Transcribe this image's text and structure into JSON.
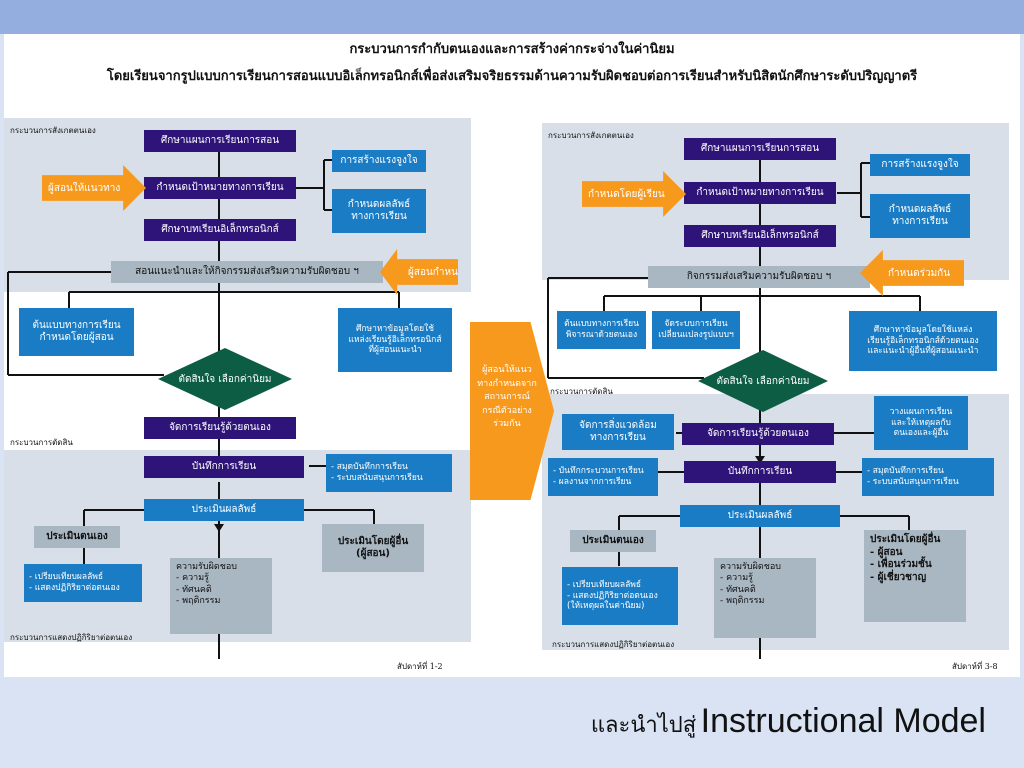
{
  "title_line1": "กระบวนการกำกับตนเองและการสร้างค่ากระจ่างในค่านิยม",
  "title_line2": "โดยเรียนจากรูปแบบการเรียนการสอนแบบอิเล็กทรอนิกส์เพื่อส่งเสริมจริยธรรมด้านความรับผิดชอบต่อการเรียนสำหรับนิสิตนักศึกษาระดับปริญญาตรี",
  "footer_th": "และนำไปสู่",
  "footer_en": "Instructional Model",
  "left": {
    "zone_observe": "กระบวนการสังเกตตนเอง",
    "zone_judge": "กระบวนการตัดสิน",
    "zone_react": "กระบวนการแสดงปฏิกิริยาต่อตนเอง",
    "b_plan": "ศึกษาแผนการเรียนการสอน",
    "b_goal": "กำหนดเป้าหมายทางการเรียน",
    "b_study": "ศึกษาบทเรียนอิเล็กทรอนิกส์",
    "b_motivate": "การสร้างแรงจูงใจ",
    "b_outcome": "กำหนดผลลัพธ์\nทางการเรียน",
    "b_advise": "สอนแนะนำและให้กิจกรรมส่งเสริมความรับผิดชอบ ฯ",
    "b_model": "ต้นแบบทางการเรียน\nกำหนดโดยผู้สอน",
    "b_search": "ศึกษาหาข้อมูลโดยใช้\nแหล่งเรียนรู้อิเล็กทรอนิกส์\nที่ผู้สอนแนะนำ",
    "b_decide": "ตัดสินใจ เลือกค่านิยม",
    "b_manage": "จัดการเรียนรู้ด้วยตนเอง",
    "b_record": "บันทึกการเรียน",
    "b_notes": "- สมุดบันทึกการเรียน\n- ระบบสนับสนุนการเรียน",
    "b_eval": "ประเมินผลลัพธ์",
    "b_self": "ประเมินตนเอง",
    "b_other": "ประเมินโดยผู้อื่น\n(ผู้สอน)",
    "b_compare": "- เปรียบเทียบผลลัพธ์\n- แสดงปฏิกิริยาต่อตนเอง",
    "b_resp": "ความรับผิดชอบ\n- ความรู้\n- ทัศนคติ\n- พฤติกรรม",
    "arrow_guide": "ผู้สอนให้แนวทาง",
    "arrow_set": "ผู้สอนกำหนด",
    "page": "สัปดาห์ที่ 1-2"
  },
  "middle_arrow": "ผู้สอนให้แนว\nทางกำหนดจาก\nสถานการณ์\nกรณีตัวอย่าง\nร่วมกัน",
  "right": {
    "zone_observe": "กระบวนการสังเกตตนเอง",
    "zone_judge": "กระบวนการตัดสิน",
    "zone_react": "กระบวนการแสดงปฏิกิริยาต่อตนเอง",
    "b_plan": "ศึกษาแผนการเรียนการสอน",
    "b_goal": "กำหนดเป้าหมายทางการเรียน",
    "b_study": "ศึกษาบทเรียนอิเล็กทรอนิกส์",
    "b_motivate": "การสร้างแรงจูงใจ",
    "b_outcome": "กำหนดผลลัพธ์\nทางการเรียน",
    "b_activity": "กิจกรรมส่งเสริมความรับผิดชอบ ฯ",
    "b_model": "ต้นแบบทางการเรียน\nพิจารณาด้วยตนเอง",
    "b_system": "จัดระบบการเรียน\nเปลี่ยนแปลงรูปแบบฯ",
    "b_search": "ศึกษาหาข้อมูลโดยใช้แหล่ง\nเรียนรู้อิเล็กทรอนิกส์ด้วยตนเอง\nและแนะนำผู้อื่นที่ผู้สอนแนะนำ",
    "b_decide": "ตัดสินใจ เลือกค่านิยม",
    "b_env": "จัดการสิ่งแวดล้อม\nทางการเรียน",
    "b_manage": "จัดการเรียนรู้ด้วยตนเอง",
    "b_replan": "วางแผนการเรียน\nและให้เหตุผลกับ\nตนเองและผู้อื่น",
    "b_process": "- บันทึกกระบวนการเรียน\n- ผลงานจากการเรียน",
    "b_record": "บันทึกการเรียน",
    "b_notes": "- สมุดบันทึกการเรียน\n- ระบบสนับสนุนการเรียน",
    "b_eval": "ประเมินผลลัพธ์",
    "b_self": "ประเมินตนเอง",
    "b_compare": "- เปรียบเทียบผลลัพธ์\n- แสดงปฏิกิริยาต่อตนเอง\n(ให้เหตุผลในค่านิยม)",
    "b_resp": "ความรับผิดชอบ\n- ความรู้\n- ทัศนคติ\n- พฤติกรรม",
    "b_other": "ประเมินโดยผู้อื่น\n- ผู้สอน\n- เพื่อนร่วมชั้น\n- ผู้เชี่ยวชาญ",
    "arrow_self": "กำหนดโดยผู้เรียน",
    "arrow_joint": "กำหนดร่วมกัน",
    "page": "สัปดาห์ที่ 3-8"
  },
  "colors": {
    "dark_box": "#2e1378",
    "blue_box": "#1a7cc4",
    "grey_box": "#a9b7c3",
    "decision": "#0d5d45",
    "arrow": "#f7991d",
    "zone": "#d8dfe8",
    "header": "#93aedf"
  }
}
